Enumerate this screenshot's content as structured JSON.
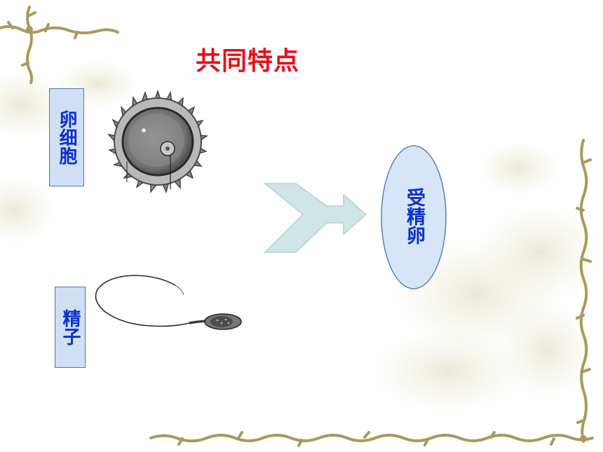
{
  "title": "共同特点",
  "egg_label": "卵细胞",
  "sperm_label": "精子",
  "result_label": "受精卵",
  "colors": {
    "title": "#e8101a",
    "label_text": "#0d2fd0",
    "label_fill": "#cfe0f5",
    "arrow_fill": "#cfe6e7",
    "vine": "#a89a5a"
  }
}
